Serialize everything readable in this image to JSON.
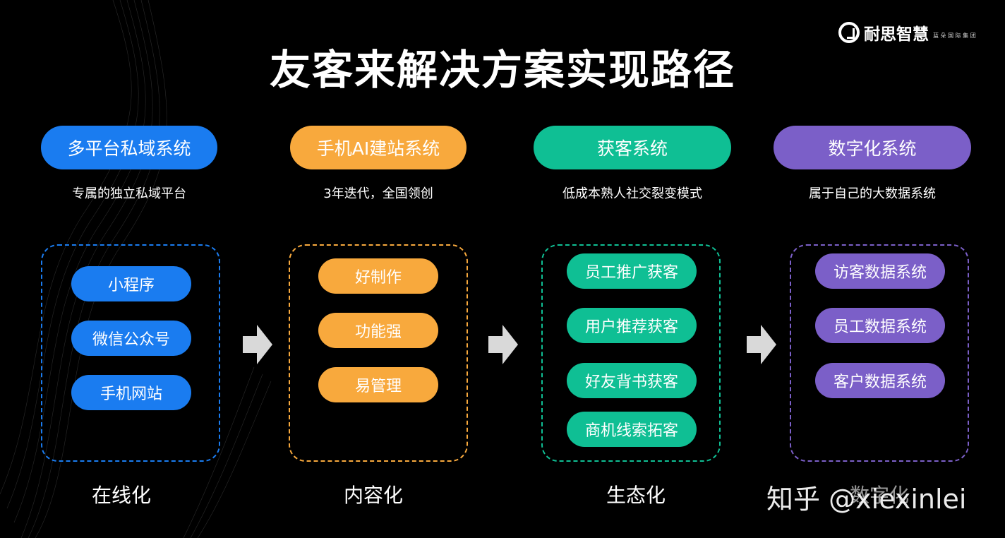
{
  "title": "友客来解决方案实现路径",
  "logo": {
    "name": "耐思智慧",
    "sub": "蓝 朵 国 际 集 团"
  },
  "columns": [
    {
      "head": "多平台私域系统",
      "desc": "专属的独立私域平台",
      "color": "#1a7cf0",
      "items": [
        "小程序",
        "微信公众号",
        "手机网站"
      ],
      "label": "在线化"
    },
    {
      "head": "手机AI建站系统",
      "desc": "3年迭代，全国领创",
      "color": "#f8a93d",
      "items": [
        "好制作",
        "功能强",
        "易管理"
      ],
      "label": "内容化"
    },
    {
      "head": "获客系统",
      "desc": "低成本熟人社交裂变模式",
      "color": "#0fbf94",
      "items": [
        "员工推广获客",
        "用户推荐获客",
        "好友背书获客",
        "商机线索拓客"
      ],
      "label": "生态化"
    },
    {
      "head": "数字化系统",
      "desc": "属于自己的大数据系统",
      "color": "#7b5fc8",
      "items": [
        "访客数据系统",
        "员工数据系统",
        "客户数据系统"
      ],
      "label": "数字化"
    }
  ],
  "watermark": "知乎 @xiexinlei",
  "arrow_color": "#d9d9d9"
}
